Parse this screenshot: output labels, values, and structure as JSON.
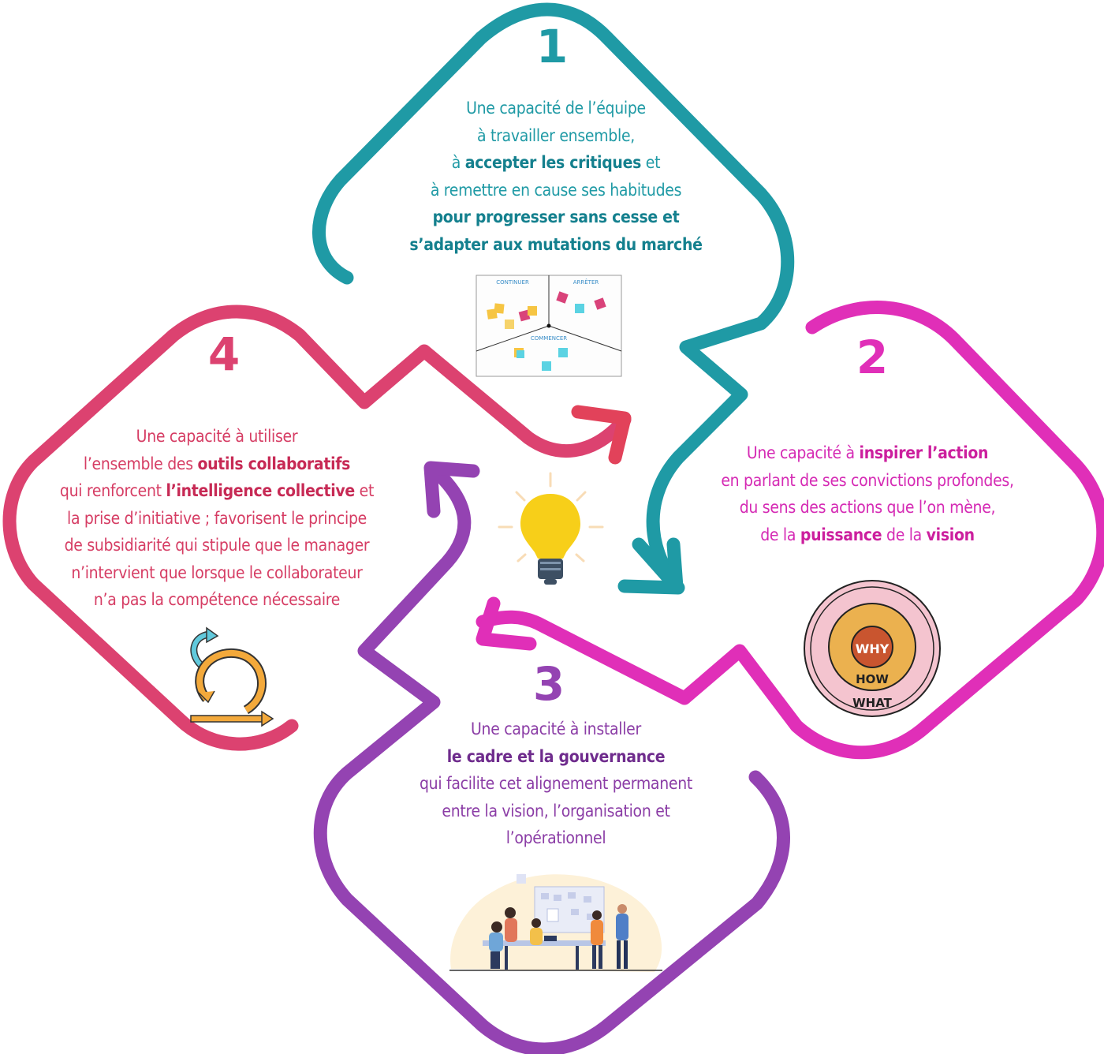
{
  "colors": {
    "step1": "#1f9aa5",
    "step2": "#e02fb8",
    "step3": "#9443b2",
    "step4": "#dc4270",
    "arrow_red": "#e2425a",
    "bulb": "#f7cf19"
  },
  "steps": [
    {
      "number": "1",
      "lines": [
        [
          {
            "t": "Une capacité de l’équipe"
          }
        ],
        [
          {
            "t": "à travailler ensemble,"
          }
        ],
        [
          {
            "t": "à "
          },
          {
            "t": "accepter les critiques",
            "b": true
          },
          {
            "t": " et"
          }
        ],
        [
          {
            "t": "à remettre en cause ses habitudes"
          }
        ],
        [
          {
            "t": "pour progresser sans cesse et",
            "b": true
          }
        ],
        [
          {
            "t": "s’adapter aux mutations du marché",
            "b": true
          }
        ]
      ],
      "icon": "retrospective-board-icon",
      "board_labels": [
        "CONTINUER",
        "ARRÊTER",
        "COMMENCER"
      ]
    },
    {
      "number": "2",
      "lines": [
        [
          {
            "t": "Une capacité à "
          },
          {
            "t": "inspirer l’action",
            "b": true
          }
        ],
        [
          {
            "t": "en parlant de ses convictions profondes,"
          }
        ],
        [
          {
            "t": "du sens des actions que l’on mène,"
          }
        ],
        [
          {
            "t": "de la "
          },
          {
            "t": "puissance",
            "b": true
          },
          {
            "t": " de la "
          },
          {
            "t": "vision",
            "b": true
          }
        ]
      ],
      "icon": "golden-circle-icon",
      "circle_labels": [
        "WHY",
        "HOW",
        "WHAT"
      ]
    },
    {
      "number": "3",
      "lines": [
        [
          {
            "t": "Une capacité à installer"
          }
        ],
        [
          {
            "t": "le cadre et la gouvernance",
            "b": true
          }
        ],
        [
          {
            "t": "qui facilite cet alignement permanent"
          }
        ],
        [
          {
            "t": "entre la vision, l’organisation et"
          }
        ],
        [
          {
            "t": "l’opérationnel"
          }
        ]
      ],
      "icon": "team-meeting-illustration-icon"
    },
    {
      "number": "4",
      "lines": [
        [
          {
            "t": "Une capacité à utiliser"
          }
        ],
        [
          {
            "t": "l’ensemble des "
          },
          {
            "t": "outils collaboratifs",
            "b": true
          }
        ],
        [
          {
            "t": "qui renforcent "
          },
          {
            "t": "l’intelligence collective",
            "b": true
          },
          {
            "t": " et"
          }
        ],
        [
          {
            "t": "la prise d’initiative ; favorisent le principe"
          }
        ],
        [
          {
            "t": "de subsidiarité qui stipule que le manager"
          }
        ],
        [
          {
            "t": "n’intervient que lorsque le collaborateur"
          }
        ],
        [
          {
            "t": "n’a pas la compétence nécessaire"
          }
        ]
      ],
      "icon": "iteration-cycle-icon"
    }
  ],
  "center_icon": "lightbulb-icon"
}
